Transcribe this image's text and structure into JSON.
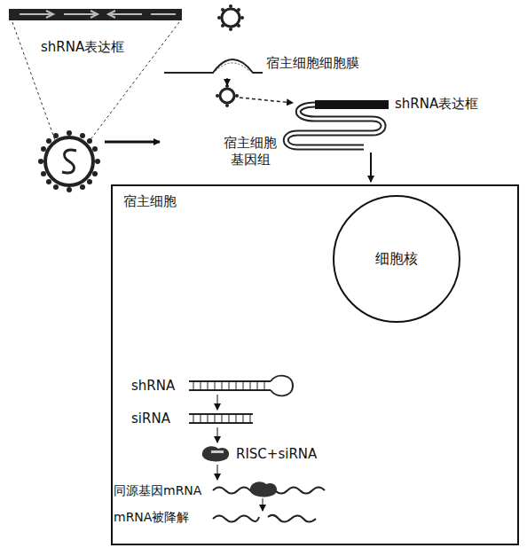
{
  "diagram": {
    "nodes": [
      {
        "text": [
          "宿主细胞"
        ]
      },
      {
        "text": [
          "细胞核"
        ],
        "in": 0
      }
    ],
    "labels": [
      "shRNA表达框",
      "宿主细胞细胞膜",
      "shRNA表达框",
      "宿主细胞 基因组",
      "shRNA",
      "siRNA",
      "RISC+siRNA",
      "同源基因mRNA",
      "mRNA被降解"
    ]
  }
}
